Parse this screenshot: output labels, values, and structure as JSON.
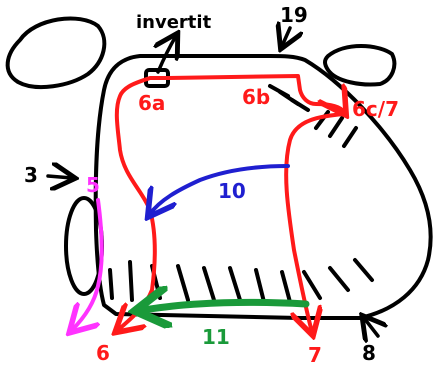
{
  "labels": {
    "invertit": "invertit",
    "n19": "19",
    "n6a": "6a",
    "n6b": "6b",
    "n6c7": "6c/7",
    "n3": "3",
    "n5": "5",
    "n10": "10",
    "n11": "11",
    "n6": "6",
    "n7": "7",
    "n8": "8"
  },
  "colors": {
    "outline": "#000000",
    "red_path": "#ff1a1a",
    "pink_path": "#ff33ff",
    "blue_path": "#1f1fd0",
    "green_path": "#1a9a3a"
  }
}
